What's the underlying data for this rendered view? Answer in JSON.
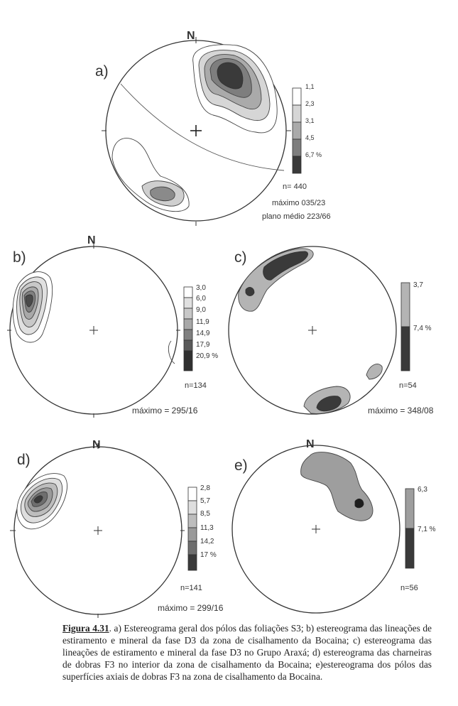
{
  "figure": {
    "north_label": "N",
    "panels": [
      {
        "label": "a)",
        "legend": [
          "1,1",
          "2,3",
          "3,1",
          "4,5",
          "6,7 %"
        ],
        "n": "n= 440",
        "stats": [
          "máximo 035/23",
          "plano médio 223/66"
        ]
      },
      {
        "label": "b)",
        "legend": [
          "3,0",
          "6,0",
          "9,0",
          "11,9",
          "14,9",
          "17,9",
          "20,9 %"
        ],
        "n": "n=134",
        "stats": [
          "máximo = 295/16"
        ]
      },
      {
        "label": "c)",
        "legend": [
          "3,7",
          "7,4 %"
        ],
        "n": "n=54",
        "stats": [
          "máximo = 348/08"
        ]
      },
      {
        "label": "d)",
        "legend": [
          "2,8",
          "5,7",
          "8,5",
          "11,3",
          "14,2",
          "17 %"
        ],
        "n": "n=141",
        "stats": [
          "máximo = 299/16"
        ]
      },
      {
        "label": "e)",
        "legend": [
          "6,3",
          "7,1 %"
        ],
        "n": "n=56",
        "stats": []
      }
    ]
  },
  "caption": {
    "label": "Figura 4.31",
    "text": ". a) Estereograma geral dos pólos das foliações S3; b) estereograma das lineações de estiramento e mineral da fase D3 da zona de cisalhamento da Bocaina; c) estereograma das lineações de estiramento e mineral da fase D3 no Grupo Araxá; d) estereograma das charneiras de dobras F3 no interior da zona de cisalhamento da Bocaina; e)estereograma dos pólos das superfícies axiais de dobras F3 na zona de cisalhamento da Bocaina."
  }
}
